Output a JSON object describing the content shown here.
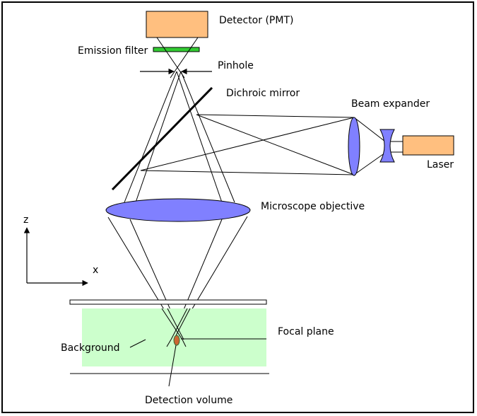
{
  "labels": {
    "detector": "Detector (PMT)",
    "emission_filter": "Emission filter",
    "pinhole": "Pinhole",
    "dichroic_mirror": "Dichroic  mirror",
    "beam_expander": "Beam expander",
    "laser": "Laser",
    "microscope_objective": "Microscope objective",
    "axis_z": "z",
    "axis_x": "x",
    "focal_plane": "Focal plane",
    "background": "Background",
    "detection_volume": "Detection  volume"
  },
  "colors": {
    "detector_fill": "#FFBF7F",
    "filter_fill": "#33CC33",
    "lens_fill": "#8080FF",
    "sample_fill": "#CCFFCC",
    "laser_fill": "#FFBF7F",
    "detection_volume_fill": "#CC6633"
  }
}
